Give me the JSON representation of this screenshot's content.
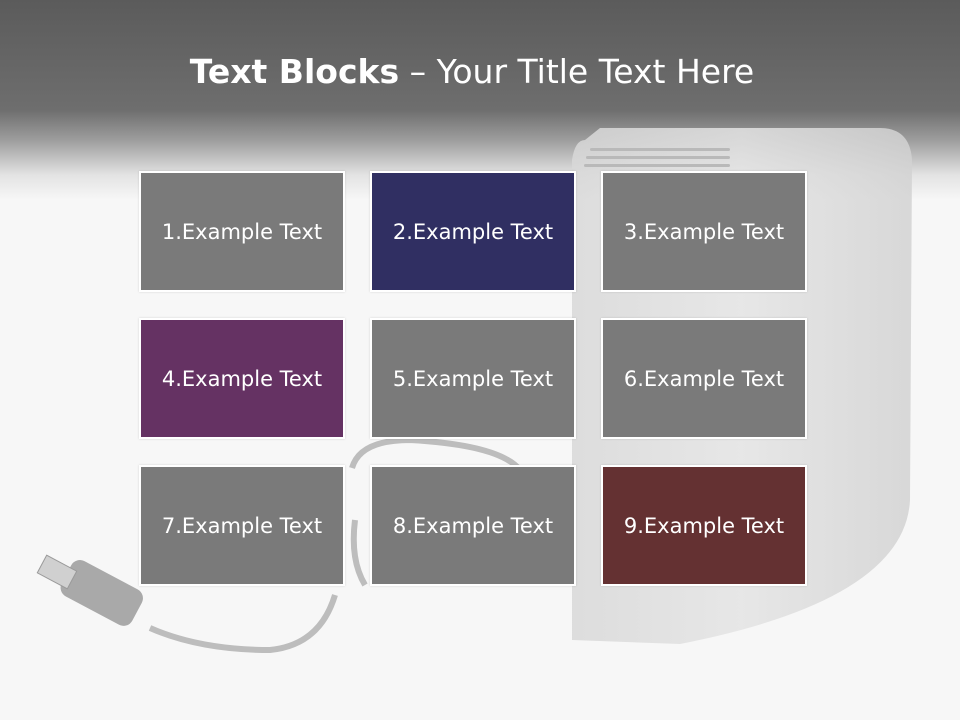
{
  "slide": {
    "title_bold": "Text Blocks",
    "title_separator": " – ",
    "title_rest": "Your Title Text Here"
  },
  "blocks": [
    {
      "label": "1.Example Text",
      "color": "#7a7a7a"
    },
    {
      "label": "2.Example Text",
      "color": "#302f62"
    },
    {
      "label": "3.Example Text",
      "color": "#7a7a7a"
    },
    {
      "label": "4.Example Text",
      "color": "#653263"
    },
    {
      "label": "5.Example Text",
      "color": "#7a7a7a"
    },
    {
      "label": "6.Example Text",
      "color": "#7a7a7a"
    },
    {
      "label": "7.Example Text",
      "color": "#7a7a7a"
    },
    {
      "label": "8.Example Text",
      "color": "#7a7a7a"
    },
    {
      "label": "9.Example Text",
      "color": "#643132"
    }
  ]
}
